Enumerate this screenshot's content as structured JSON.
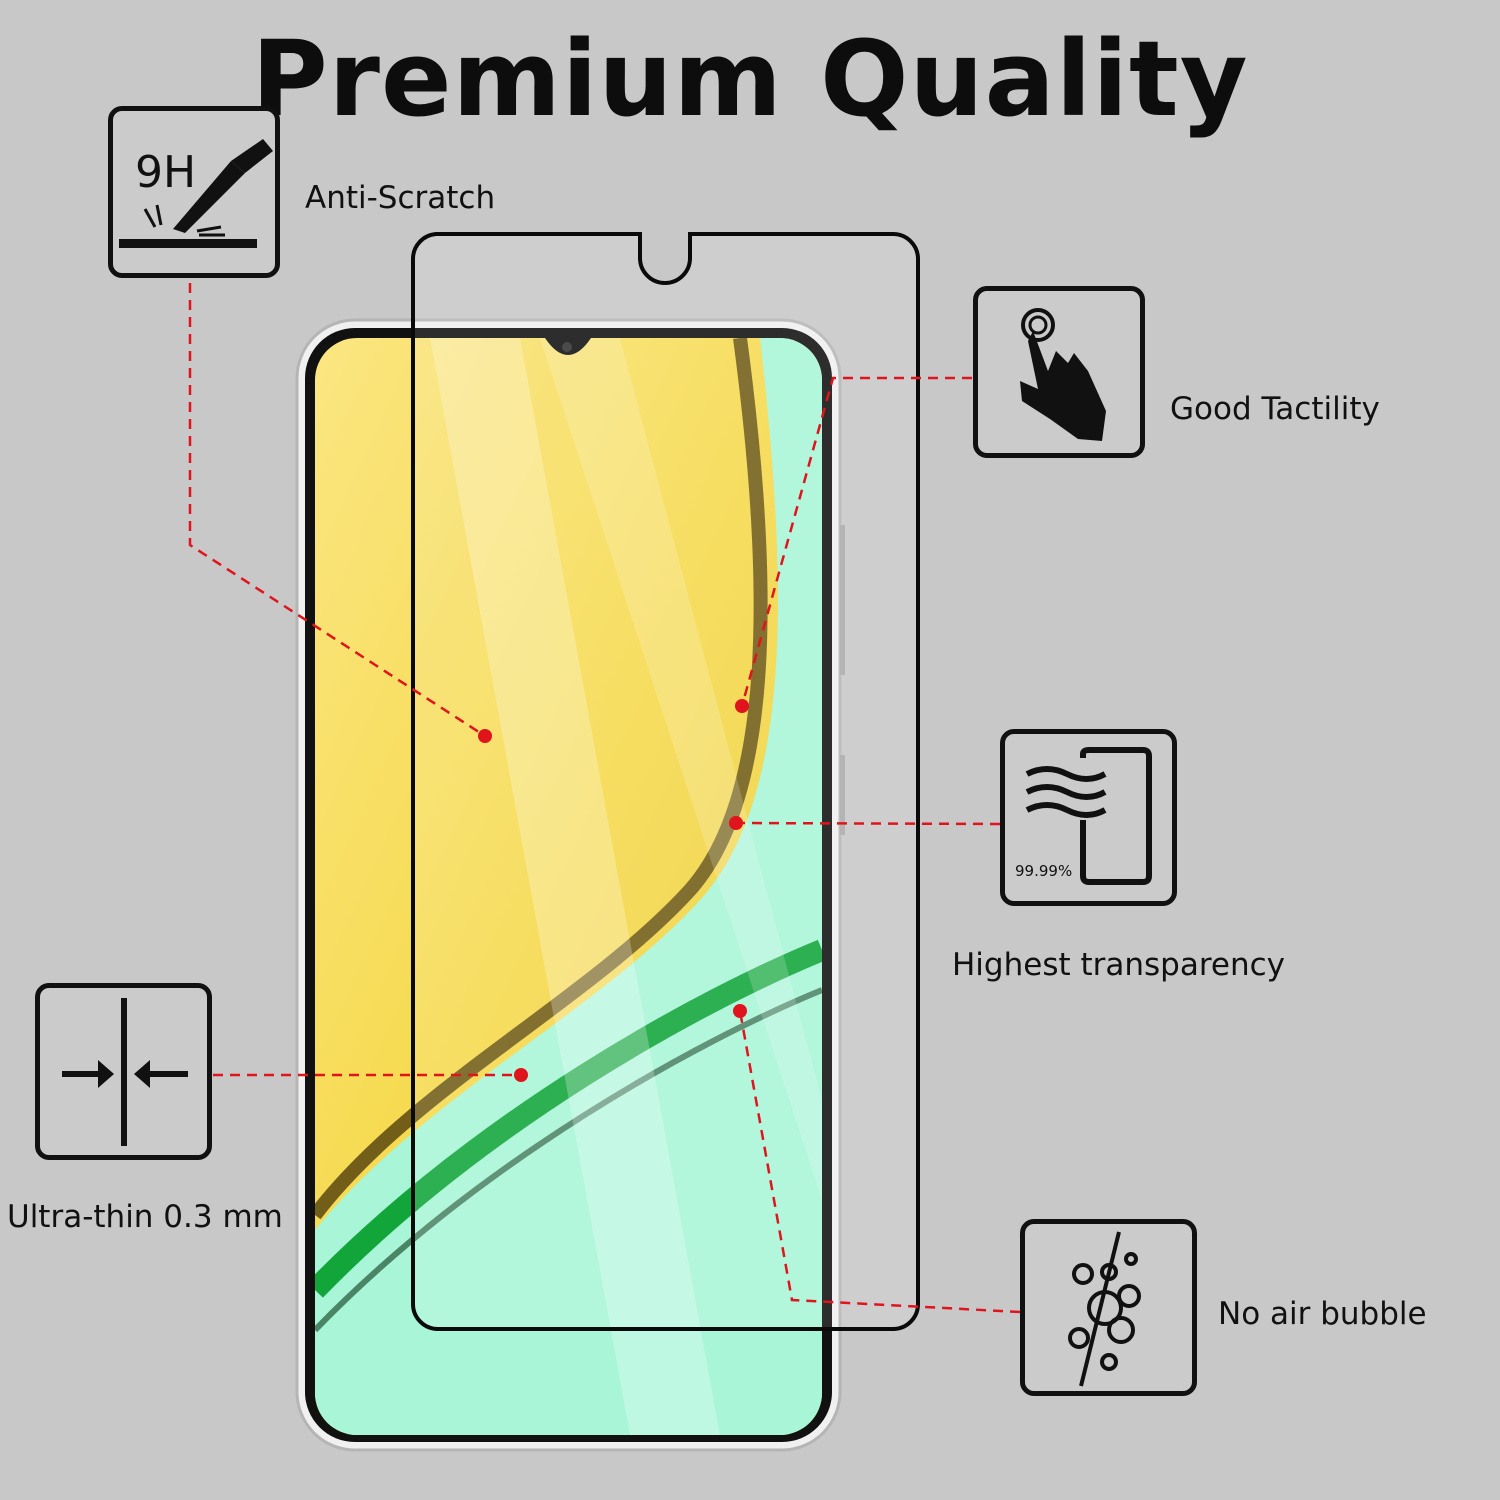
{
  "title": "Premium Quality",
  "features": [
    {
      "label": "Anti-Scratch",
      "icon": "knife-9h-icon",
      "badge": "9H"
    },
    {
      "label": "Good Tactility",
      "icon": "touch-hand-icon"
    },
    {
      "label": "Highest transparency",
      "icon": "transparency-phone-icon",
      "badge": "99.99%"
    },
    {
      "label": "Ultra-thin 0.3 mm",
      "icon": "thin-arrows-icon"
    },
    {
      "label": "No air bubble",
      "icon": "bubbles-icon"
    }
  ],
  "colors": {
    "background": "#c8c8c8",
    "leader": "#e0141c",
    "screen_yellow": "#f7dc55",
    "screen_green": "#9ff3d6"
  }
}
